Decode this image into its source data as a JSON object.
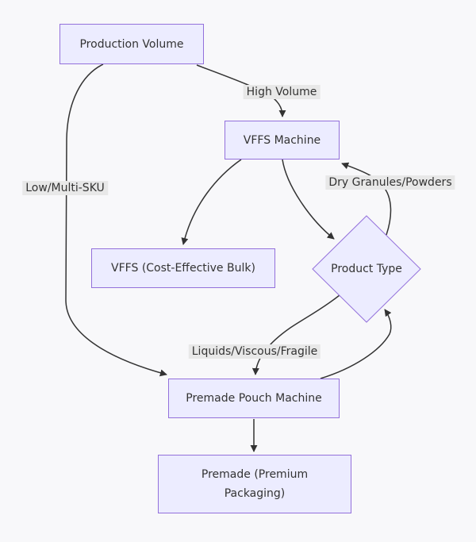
{
  "diagram": {
    "type": "flowchart",
    "background": "#f8f8fa",
    "colors": {
      "node_fill": "#ececff",
      "node_border": "#9370db",
      "edge": "#333333",
      "edge_label_bg": "#e8e8e8",
      "text": "#333333"
    },
    "nodes": {
      "production_volume": {
        "label": "Production Volume",
        "shape": "rect"
      },
      "vffs_machine": {
        "label": "VFFS Machine",
        "shape": "rect"
      },
      "vffs_bulk": {
        "label": "VFFS (Cost-Effective Bulk)",
        "shape": "rect"
      },
      "product_type": {
        "label": "Product Type",
        "shape": "diamond"
      },
      "premade_pouch": {
        "label": "Premade Pouch Machine",
        "shape": "rect"
      },
      "premade_premium": {
        "label": "Premade (Premium Packaging)",
        "shape": "rect"
      }
    },
    "edges": [
      {
        "from": "production_volume",
        "to": "vffs_machine",
        "label": "High Volume"
      },
      {
        "from": "production_volume",
        "to": "premade_pouch",
        "label": "Low/Multi-SKU"
      },
      {
        "from": "vffs_machine",
        "to": "vffs_bulk",
        "label": ""
      },
      {
        "from": "vffs_machine",
        "to": "product_type",
        "label": ""
      },
      {
        "from": "product_type",
        "to": "vffs_machine",
        "label": "Dry Granules/Powders"
      },
      {
        "from": "product_type",
        "to": "premade_pouch",
        "label": "Liquids/Viscous/Fragile"
      },
      {
        "from": "premade_pouch",
        "to": "product_type",
        "label": ""
      },
      {
        "from": "premade_pouch",
        "to": "premade_premium",
        "label": ""
      }
    ]
  }
}
